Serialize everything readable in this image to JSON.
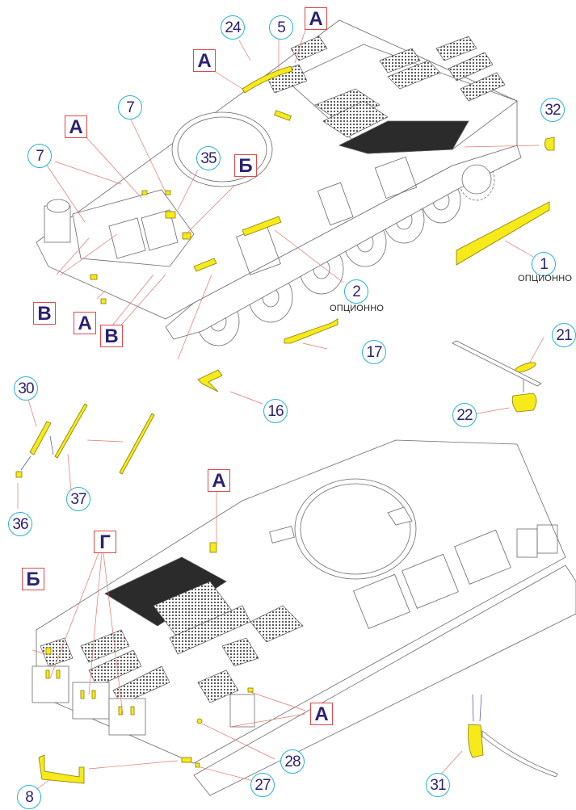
{
  "diagram": {
    "title": "",
    "subject": "Armored vehicle hull photo-etched parts assembly",
    "accent_colors": {
      "part_fill": "#f7ea1a",
      "callout_border": "#22b3d6",
      "reference_border": "#e0474c",
      "label_text": "#2b2175",
      "leader_line": "#e4746f",
      "arrow_line": "#4a4aa0"
    },
    "top_view": {
      "callouts": [
        {
          "id": "c24",
          "label": "24"
        },
        {
          "id": "c5",
          "label": "5"
        },
        {
          "id": "c7a",
          "label": "7"
        },
        {
          "id": "c7b",
          "label": "7"
        },
        {
          "id": "c35",
          "label": "35"
        },
        {
          "id": "c32",
          "label": "32"
        },
        {
          "id": "c1",
          "label": "1"
        },
        {
          "id": "c2",
          "label": "2"
        },
        {
          "id": "c17",
          "label": "17"
        },
        {
          "id": "c16",
          "label": "16"
        },
        {
          "id": "c21",
          "label": "21"
        },
        {
          "id": "c22",
          "label": "22"
        }
      ],
      "references": [
        {
          "id": "rA1",
          "label": "А"
        },
        {
          "id": "rA2",
          "label": "А"
        },
        {
          "id": "rA3",
          "label": "А"
        },
        {
          "id": "rB",
          "label": "Б"
        },
        {
          "id": "rV1",
          "label": "В"
        },
        {
          "id": "rA4",
          "label": "А"
        },
        {
          "id": "rV2",
          "label": "В"
        }
      ],
      "notes": [
        {
          "id": "n1",
          "text": "ОПЦИОННО"
        },
        {
          "id": "n2",
          "text": "ОПЦИОННО"
        }
      ]
    },
    "loose_parts": {
      "callouts": [
        {
          "id": "c30",
          "label": "30"
        },
        {
          "id": "c37",
          "label": "37"
        },
        {
          "id": "c36",
          "label": "36"
        }
      ]
    },
    "rear_view": {
      "callouts": [
        {
          "id": "c28",
          "label": "28"
        },
        {
          "id": "c27",
          "label": "27"
        },
        {
          "id": "c8",
          "label": "8"
        },
        {
          "id": "c31",
          "label": "31"
        }
      ],
      "references": [
        {
          "id": "rA5",
          "label": "А"
        },
        {
          "id": "rG",
          "label": "Г"
        },
        {
          "id": "rB2",
          "label": "Б"
        },
        {
          "id": "rA6",
          "label": "А"
        }
      ]
    }
  }
}
